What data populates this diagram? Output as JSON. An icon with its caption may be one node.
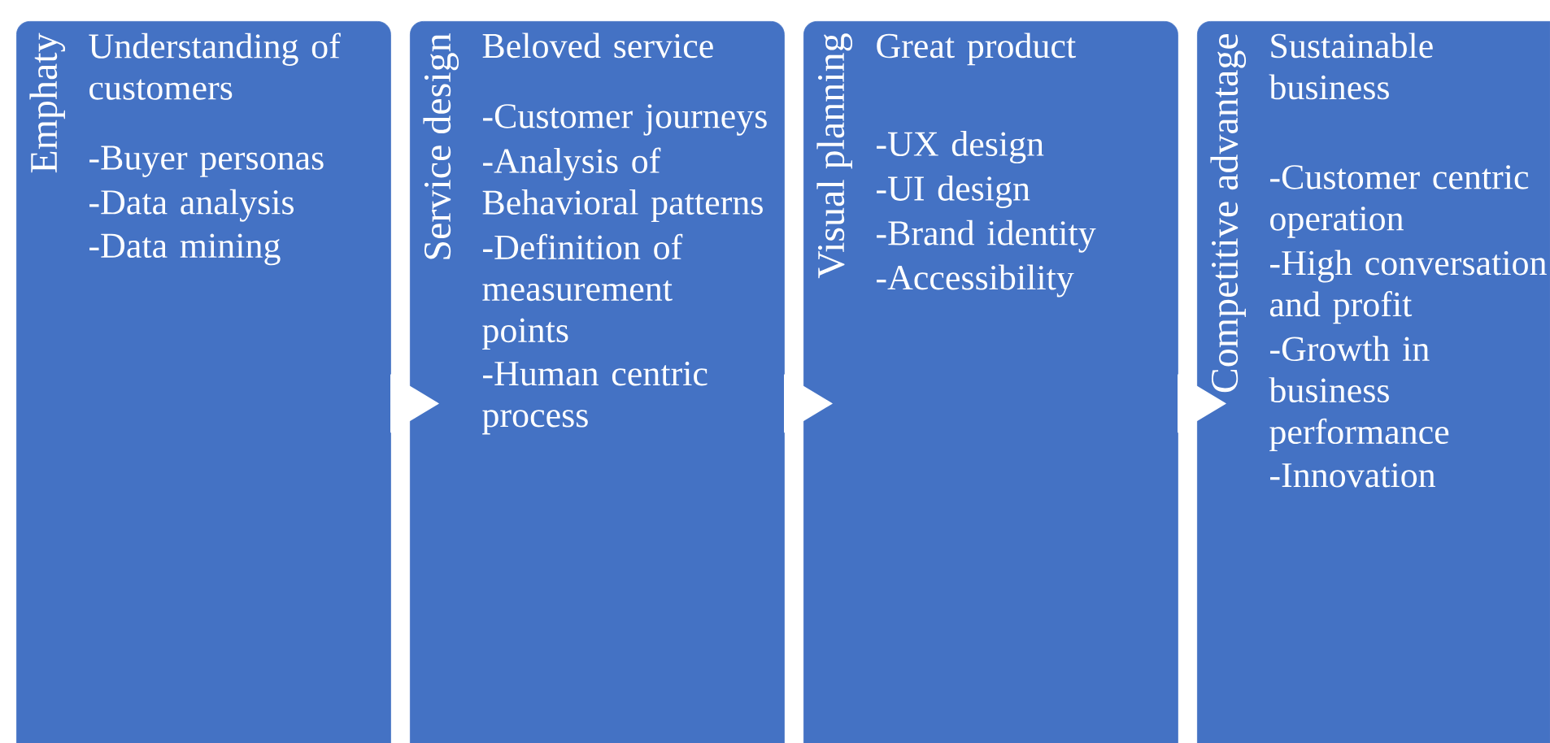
{
  "diagram": {
    "nodes": [
      {
        "text": [
          "Emphaty",
          "Understanding of customers",
          "-Buyer personas",
          "-Data analysis",
          "-Data mining"
        ]
      },
      {
        "text": [
          "Service design",
          "Beloved service",
          "-Customer journeys",
          "-Analysis of Behavioral patterns",
          "-Definition of measurement points",
          "-Human centric process"
        ]
      },
      {
        "text": [
          "Visual planning",
          "Great product",
          "-UX design",
          "-UI design",
          "-Brand identity",
          "-Accessibility"
        ]
      },
      {
        "text": [
          "Competitive advantage",
          "Sustainable business",
          "-Customer centric operation",
          "-High conversation and profit",
          "-Growth in business performance",
          "-Innovation"
        ]
      }
    ],
    "edges": [
      {
        "from": 0,
        "to": 1,
        "arrow": "to"
      },
      {
        "from": 1,
        "to": 2,
        "arrow": "to"
      },
      {
        "from": 2,
        "to": 3,
        "arrow": "to"
      }
    ]
  }
}
